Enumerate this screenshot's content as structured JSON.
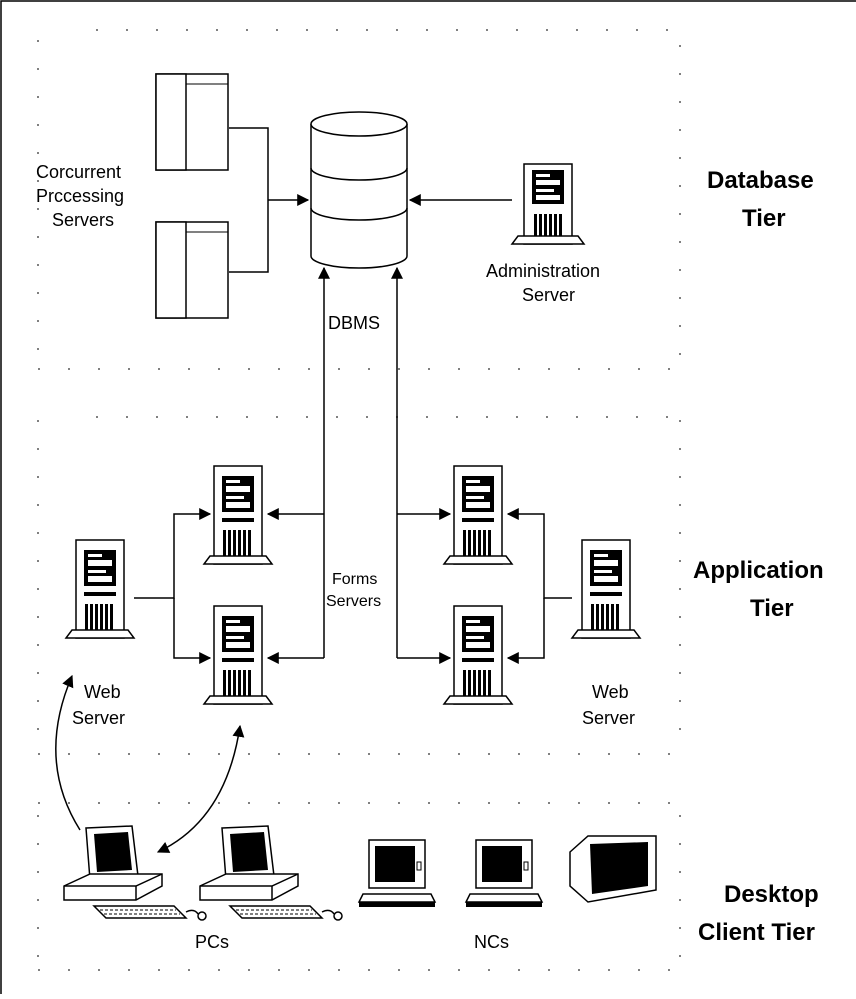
{
  "labels": {
    "concurrent_processing_servers": [
      "Corcurrent",
      "Prccessing",
      "Servers"
    ],
    "dbms": "DBMS",
    "administration_server": [
      "Administration",
      "Server"
    ],
    "forms_servers": [
      "Forms",
      "Servers"
    ],
    "web_server_left": [
      "Web",
      "Server"
    ],
    "web_server_right": [
      "Web",
      "Server"
    ],
    "pcs": "PCs",
    "ncs": "NCs"
  },
  "tiers": {
    "database": [
      "Database",
      "Tier"
    ],
    "application": [
      "Application",
      "Tier"
    ],
    "desktop": [
      "Desktop",
      "Client Tier"
    ]
  },
  "colors": {
    "ink": "#000000",
    "paper": "#ffffff",
    "screen": "#000000"
  },
  "icons": [
    "server-cabinet-icon",
    "database-cylinder-icon",
    "server-tower-icon",
    "pc-workstation-icon",
    "laptop-nc-icon",
    "monitor-nc-icon"
  ]
}
